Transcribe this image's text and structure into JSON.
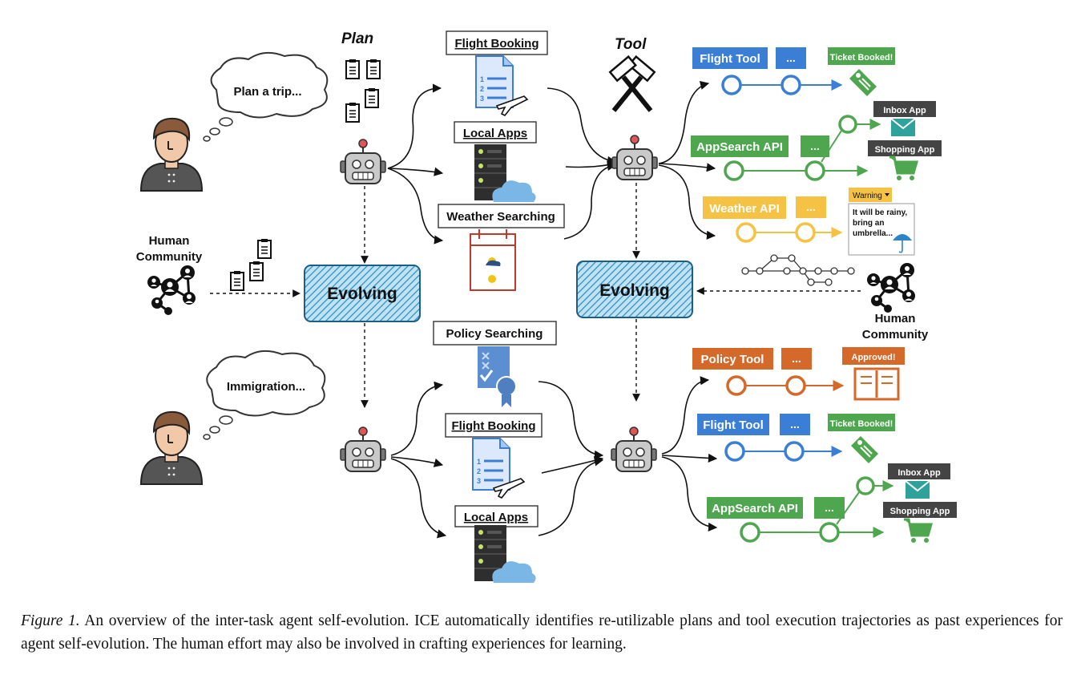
{
  "figure": {
    "plan_label": "Plan",
    "tool_label": "Tool",
    "thought_top": "Plan a trip...",
    "thought_bottom": "Immigration...",
    "human_community_left": [
      "Human",
      "Community"
    ],
    "human_community_right": [
      "Human",
      "Community"
    ],
    "evolving_left": "Evolving",
    "evolving_right": "Evolving",
    "task_boxes_top": [
      "Flight Booking",
      "Local Apps",
      "Weather Searching"
    ],
    "task_boxes_bottom": [
      "Policy Searching",
      "Flight Booking",
      "Local Apps"
    ],
    "tool_rows_top": {
      "flight_tool": "Flight Tool",
      "appsearch_api": "AppSearch API",
      "weather_api": "Weather API",
      "ellipsis": "...",
      "ticket_booked": "Ticket Booked!",
      "inbox_app": "Inbox App",
      "shopping_app": "Shopping App",
      "warning": "Warning",
      "rain_text": [
        "It will be rainy,",
        "bring an",
        "umbrella..."
      ]
    },
    "tool_rows_bottom": {
      "policy_tool": "Policy Tool",
      "approved": "Approved!",
      "flight_tool": "Flight Tool",
      "ticket_booked": "Ticket Booked!",
      "appsearch_api": "AppSearch API",
      "inbox_app": "Inbox App",
      "shopping_app": "Shopping App",
      "ellipsis": "..."
    },
    "colors": {
      "blue": "#3a7fd5",
      "green": "#4ea64f",
      "yellow": "#f5c244",
      "orange": "#d4692a",
      "dark": "#4a4a4a",
      "evolving_fill": "#9fd3ea",
      "evolving_stroke": "#2b6f99"
    }
  },
  "caption": {
    "figure_label": "Figure 1.",
    "text": " An overview of the inter-task agent self-evolution. ICE automatically identifies re-utilizable plans and tool execution trajectories as past experiences for agent self-evolution. The human effort may also be involved in crafting experiences for learning."
  }
}
